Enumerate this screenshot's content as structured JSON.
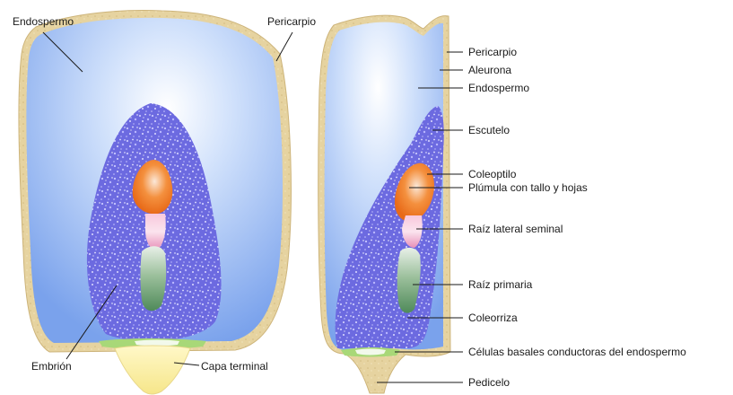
{
  "left_labels": {
    "endosperm": "Endospermo",
    "pericarp": "Pericarpio",
    "embryo": "Embrión",
    "terminal_layer": "Capa terminal"
  },
  "right_labels": [
    "Pericarpio",
    "Aleurona",
    "Endospermo",
    "Escutelo",
    "Coleoptilo",
    "Plúmula con tallo y hojas",
    "Raíz lateral seminal",
    "Raíz primaria",
    "Coleorriza",
    "Células basales conductoras del endospermo",
    "Pedicelo"
  ],
  "colors": {
    "pericarp": "#e6d3a0",
    "endosperm_light": "#ffffff",
    "endosperm_dark": "#7aa2ec",
    "scutellum": "#6c6ae0",
    "coleoptile": "#f07020",
    "plumule": "#f4a6c8",
    "root": "#6fa070",
    "basal_cells": "#a8d878",
    "terminal_layer": "#fff2a8"
  }
}
